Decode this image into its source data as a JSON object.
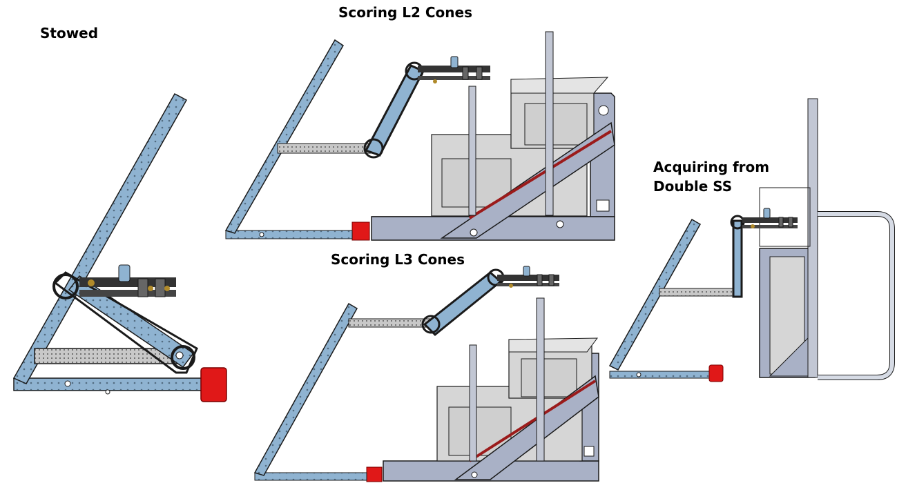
{
  "labels": {
    "stowed": "Stowed",
    "scoring_l2": "Scoring L2 Cones",
    "scoring_l3": "Scoring L3 Cones",
    "acquiring_line1": "Acquiring from",
    "acquiring_line2": "Double SS"
  },
  "colors": {
    "arm_blue": "#8fb3d1",
    "arm_edge": "#2a3c4c",
    "frame_gray": "#a9b1c6",
    "panel_gray": "#d6d6d6",
    "bumper_red": "#e01818",
    "rail_red": "#9b1b1b",
    "outline": "#1a1a1a"
  }
}
